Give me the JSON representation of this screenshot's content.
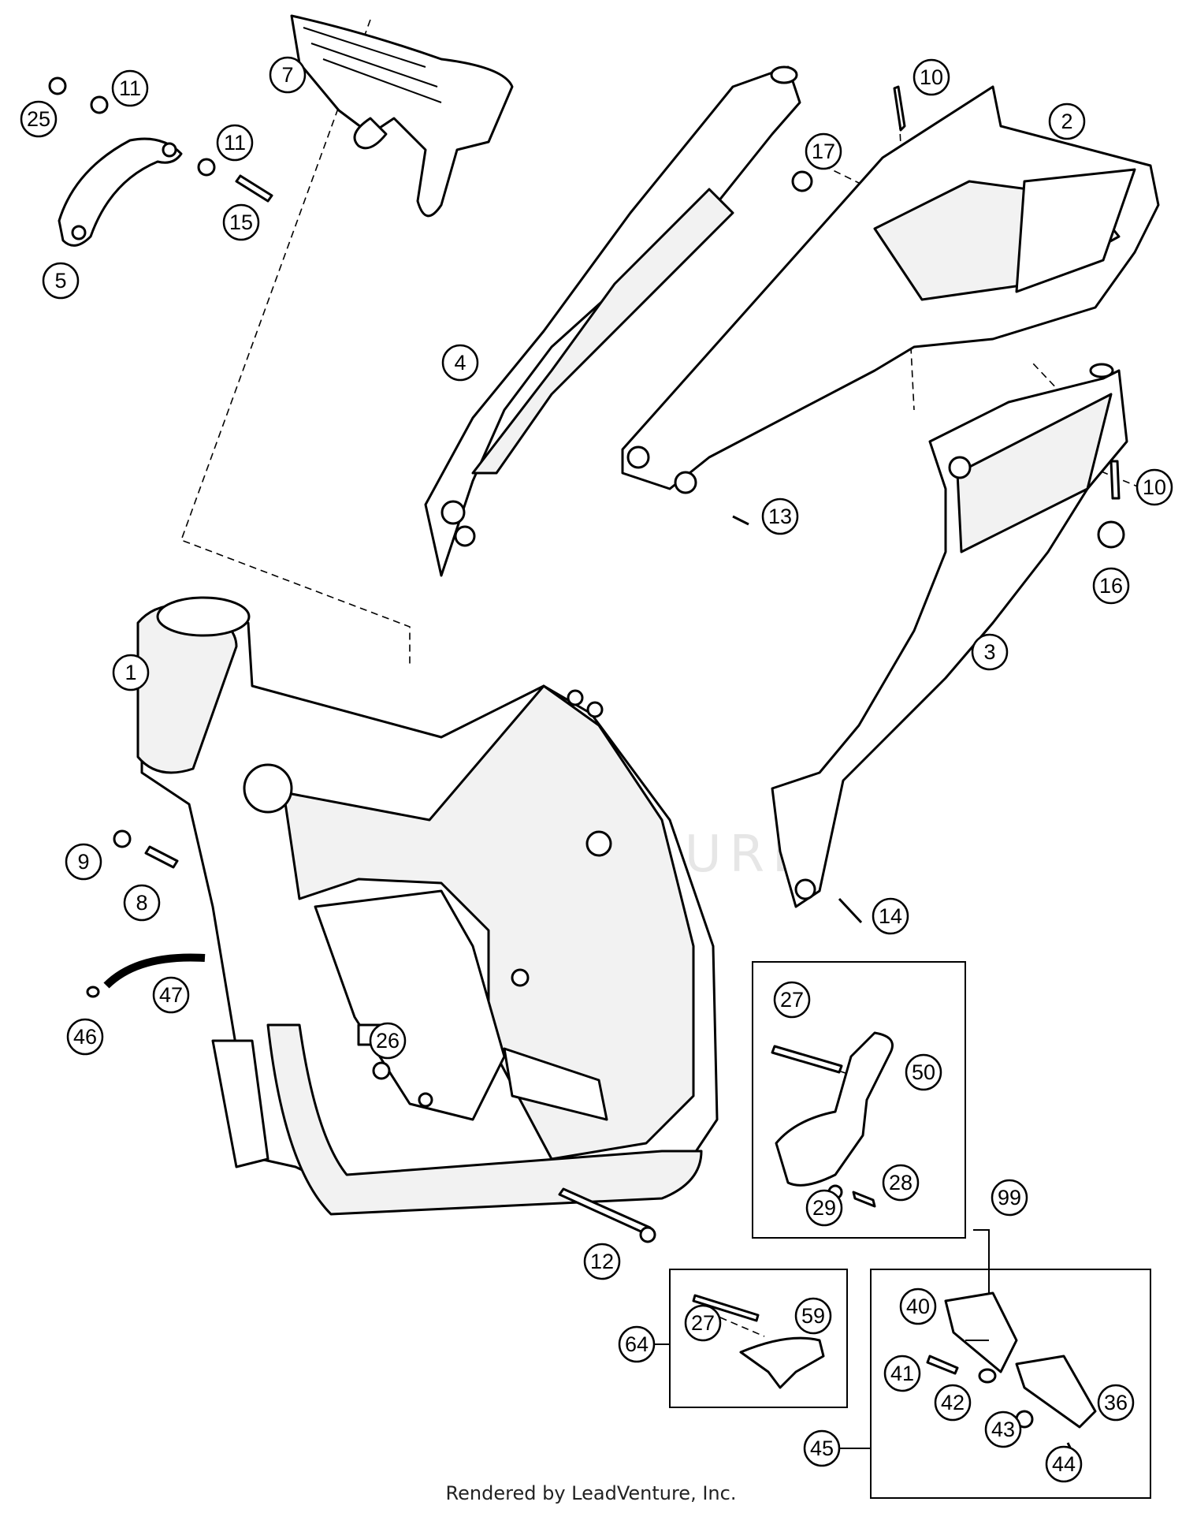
{
  "diagram": {
    "callouts": [
      "1",
      "2",
      "3",
      "4",
      "5",
      "7",
      "8",
      "9",
      "10",
      "10",
      "11",
      "11",
      "12",
      "13",
      "14",
      "15",
      "16",
      "17",
      "25",
      "26",
      "27",
      "27",
      "28",
      "29",
      "36",
      "40",
      "41",
      "42",
      "43",
      "44",
      "45",
      "46",
      "47",
      "50",
      "59",
      "64",
      "99"
    ]
  },
  "watermark": "LEADVENTURE",
  "footer": "Rendered by LeadVenture, Inc."
}
